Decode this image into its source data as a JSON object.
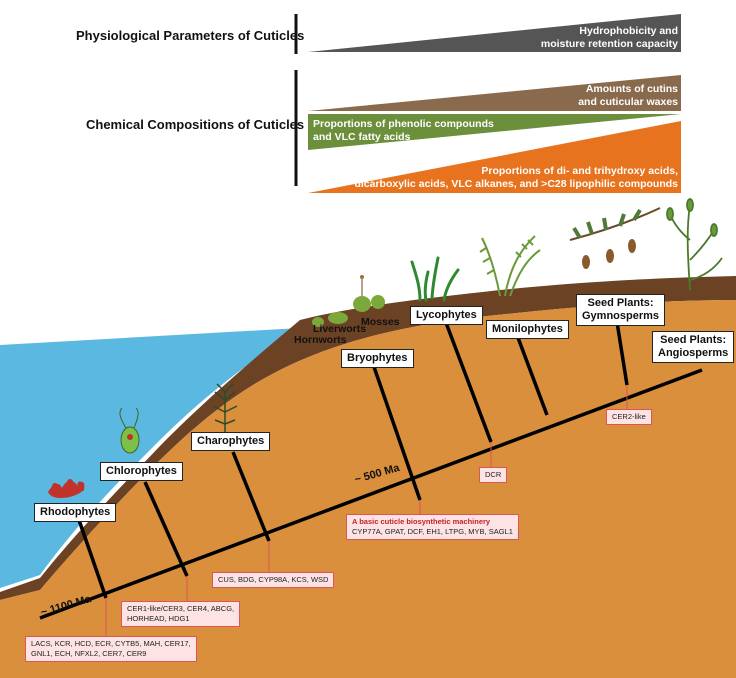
{
  "header": {
    "physiological_label": "Physiological Parameters of Cuticles",
    "chemical_label": "Chemical Compositions of Cuticles",
    "triangles": [
      {
        "id": "hydro",
        "line1": "Hydrophobicity and",
        "line2": "moisture retention capacity",
        "color": "#555555"
      },
      {
        "id": "cutins",
        "line1": "Amounts of cutins",
        "line2": "and cuticular waxes",
        "color": "#8a6a4c"
      },
      {
        "id": "phenolic",
        "line1": "Proportions of phenolic compounds",
        "line2": "and VLC fatty acids",
        "color": "#6b8f3a"
      },
      {
        "id": "dihydroxy",
        "line1": "Proportions of di- and trihydroxy acids,",
        "line2": "dicarboxylic  acids, VLC alkanes,  and >C28 lipophilic compounds",
        "color": "#e8731e"
      }
    ]
  },
  "taxa": {
    "rhodophytes": "Rhodophytes",
    "chlorophytes": "Chlorophytes",
    "charophytes": "Charophytes",
    "bryophytes": "Bryophytes",
    "lycophytes": "Lycophytes",
    "monilophytes": "Monilophytes",
    "gymnosperms_1": "Seed Plants:",
    "gymnosperms_2": "Gymnosperms",
    "angiosperms_1": "Seed Plants:",
    "angiosperms_2": "Angiosperms"
  },
  "plain_labels": {
    "hornworts": "Hornworts",
    "liverworts": "Liverworts",
    "mosses": "Mosses"
  },
  "timeline": {
    "ma_1100": "~ 1100 Ma",
    "ma_500": "~ 500 Ma"
  },
  "genes": {
    "rhodo_1": "LACS, KCR, HCD, ECR, CYTB5, MAH, CER17,",
    "rhodo_2": "GNL1, ECH, NFXL2, CER7, CER9",
    "chloro_1": "CER1-like/CER3, CER4, ABCG,",
    "chloro_2": "HORHEAD, HDG1",
    "charo_1": "CUS, BDG, CYP98A, KCS, WSD",
    "bryo_title": "A basic cuticle biosynthetic machinery",
    "bryo_1": "CYP77A, GPAT, DCF, EH1, LTPG, MYB, SAGL1",
    "lyco_1": "DCR",
    "gymno_1": "CER2-like"
  },
  "colors": {
    "water": "#5bb8e0",
    "soil": "#d98f3c",
    "soil_dark": "#6b4224",
    "trunk": "#000000",
    "gene_bg": "#fde3e3",
    "gene_border": "#d55555"
  }
}
